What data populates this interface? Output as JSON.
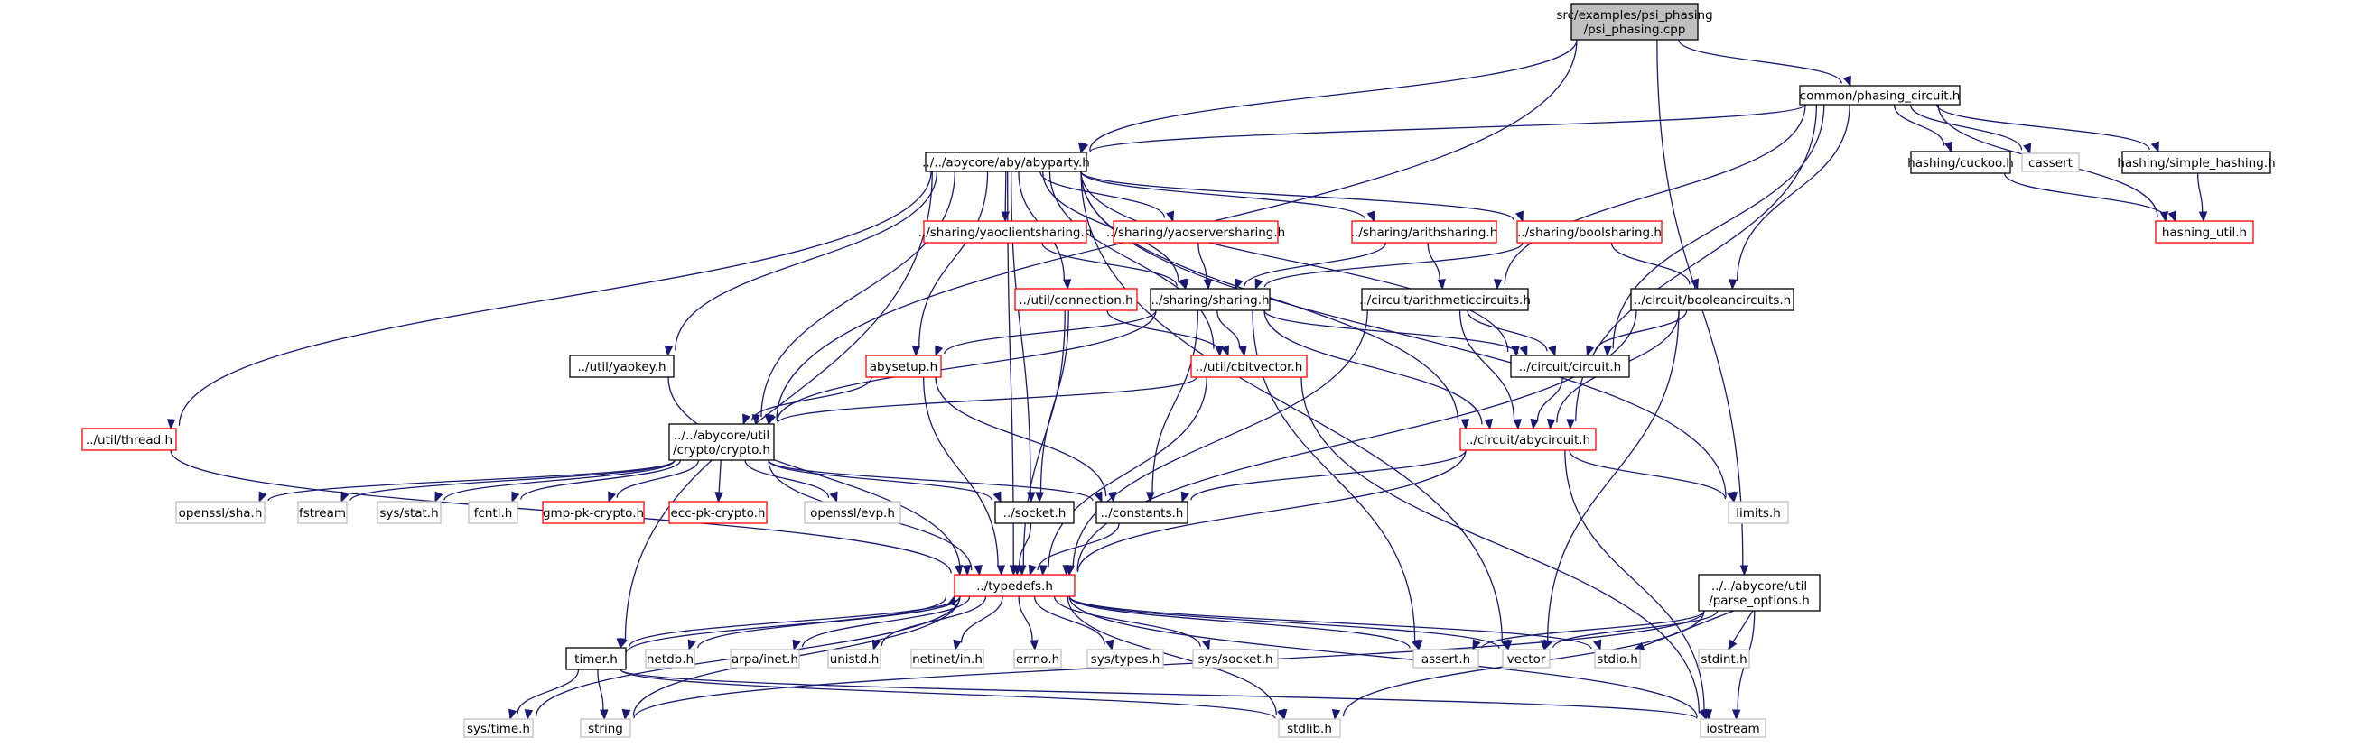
{
  "diagram": {
    "title": "src/examples/psi_phasing/psi_phasing.cpp",
    "legend_colors": {
      "root_fill": "#bfbfbf",
      "documented_border": "#000000",
      "incomplete_border": "#ff0000",
      "system_border": "#bfbfbf",
      "edge": "#191970"
    },
    "nodes": [
      {
        "id": "psi",
        "kind": "root",
        "lines": [
          "src/examples/psi_phasing",
          "/psi_phasing.cpp"
        ]
      },
      {
        "id": "phasing",
        "kind": "doc",
        "lines": [
          "common/phasing_circuit.h"
        ]
      },
      {
        "id": "abyparty",
        "kind": "doc",
        "lines": [
          "../../abycore/aby/abyparty.h"
        ]
      },
      {
        "id": "cuckoo",
        "kind": "doc",
        "lines": [
          "hashing/cuckoo.h"
        ]
      },
      {
        "id": "cassert",
        "kind": "sys",
        "lines": [
          "cassert"
        ]
      },
      {
        "id": "simplehash",
        "kind": "doc",
        "lines": [
          "hashing/simple_hashing.h"
        ]
      },
      {
        "id": "hashutil",
        "kind": "undoc",
        "lines": [
          "hashing_util.h"
        ]
      },
      {
        "id": "yaoclient",
        "kind": "undoc",
        "lines": [
          "../sharing/yaoclientsharing.h"
        ]
      },
      {
        "id": "yaoserver",
        "kind": "undoc",
        "lines": [
          "../sharing/yaoserversharing.h"
        ]
      },
      {
        "id": "arithshare",
        "kind": "undoc",
        "lines": [
          "../sharing/arithsharing.h"
        ]
      },
      {
        "id": "boolshare",
        "kind": "undoc",
        "lines": [
          "../sharing/boolsharing.h"
        ]
      },
      {
        "id": "connection",
        "kind": "undoc",
        "lines": [
          "../util/connection.h"
        ]
      },
      {
        "id": "sharing",
        "kind": "doc",
        "lines": [
          "../sharing/sharing.h"
        ]
      },
      {
        "id": "arithcirc",
        "kind": "doc",
        "lines": [
          "../circuit/arithmeticcircuits.h"
        ]
      },
      {
        "id": "boolcirc",
        "kind": "doc",
        "lines": [
          "../circuit/booleancircuits.h"
        ]
      },
      {
        "id": "yaokey",
        "kind": "doc",
        "lines": [
          "../util/yaokey.h"
        ]
      },
      {
        "id": "abysetup",
        "kind": "undoc",
        "lines": [
          "abysetup.h"
        ]
      },
      {
        "id": "cbitvector",
        "kind": "undoc",
        "lines": [
          "../util/cbitvector.h"
        ]
      },
      {
        "id": "circuit",
        "kind": "doc",
        "lines": [
          "../circuit/circuit.h"
        ]
      },
      {
        "id": "thread",
        "kind": "undoc",
        "lines": [
          "../util/thread.h"
        ]
      },
      {
        "id": "crypto",
        "kind": "doc",
        "lines": [
          "../../abycore/util",
          "/crypto/crypto.h"
        ]
      },
      {
        "id": "abycircuit",
        "kind": "undoc",
        "lines": [
          "../circuit/abycircuit.h"
        ]
      },
      {
        "id": "sha",
        "kind": "sys",
        "lines": [
          "openssl/sha.h"
        ]
      },
      {
        "id": "fstream",
        "kind": "sys",
        "lines": [
          "fstream"
        ]
      },
      {
        "id": "sysstat",
        "kind": "sys",
        "lines": [
          "sys/stat.h"
        ]
      },
      {
        "id": "fcntl",
        "kind": "sys",
        "lines": [
          "fcntl.h"
        ]
      },
      {
        "id": "gmp",
        "kind": "undoc",
        "lines": [
          "gmp-pk-crypto.h"
        ]
      },
      {
        "id": "ecc",
        "kind": "undoc",
        "lines": [
          "ecc-pk-crypto.h"
        ]
      },
      {
        "id": "evp",
        "kind": "sys",
        "lines": [
          "openssl/evp.h"
        ]
      },
      {
        "id": "socket",
        "kind": "doc",
        "lines": [
          "../socket.h"
        ]
      },
      {
        "id": "constants",
        "kind": "doc",
        "lines": [
          "../constants.h"
        ]
      },
      {
        "id": "limits",
        "kind": "sys",
        "lines": [
          "limits.h"
        ]
      },
      {
        "id": "typedefs",
        "kind": "undoc",
        "lines": [
          "../typedefs.h"
        ]
      },
      {
        "id": "parseopt",
        "kind": "doc",
        "lines": [
          "../../abycore/util",
          "/parse_options.h"
        ]
      },
      {
        "id": "timer",
        "kind": "doc",
        "lines": [
          "timer.h"
        ]
      },
      {
        "id": "netdb",
        "kind": "sys",
        "lines": [
          "netdb.h"
        ]
      },
      {
        "id": "arpainet",
        "kind": "sys",
        "lines": [
          "arpa/inet.h"
        ]
      },
      {
        "id": "unistd",
        "kind": "sys",
        "lines": [
          "unistd.h"
        ]
      },
      {
        "id": "netinet",
        "kind": "sys",
        "lines": [
          "netinet/in.h"
        ]
      },
      {
        "id": "errno",
        "kind": "sys",
        "lines": [
          "errno.h"
        ]
      },
      {
        "id": "systypes",
        "kind": "sys",
        "lines": [
          "sys/types.h"
        ]
      },
      {
        "id": "syssocket",
        "kind": "sys",
        "lines": [
          "sys/socket.h"
        ]
      },
      {
        "id": "asserth",
        "kind": "sys",
        "lines": [
          "assert.h"
        ]
      },
      {
        "id": "vector",
        "kind": "sys",
        "lines": [
          "vector"
        ]
      },
      {
        "id": "stdio",
        "kind": "sys",
        "lines": [
          "stdio.h"
        ]
      },
      {
        "id": "stdint",
        "kind": "sys",
        "lines": [
          "stdint.h"
        ]
      },
      {
        "id": "systime",
        "kind": "sys",
        "lines": [
          "sys/time.h"
        ]
      },
      {
        "id": "string",
        "kind": "sys",
        "lines": [
          "string"
        ]
      },
      {
        "id": "stdlib",
        "kind": "sys",
        "lines": [
          "stdlib.h"
        ]
      },
      {
        "id": "iostream",
        "kind": "sys",
        "lines": [
          "iostream"
        ]
      }
    ],
    "edges": [
      [
        "psi",
        "abyparty"
      ],
      [
        "psi",
        "phasing"
      ],
      [
        "psi",
        "crypto"
      ],
      [
        "psi",
        "parseopt"
      ],
      [
        "phasing",
        "abyparty"
      ],
      [
        "phasing",
        "cuckoo"
      ],
      [
        "phasing",
        "cassert"
      ],
      [
        "phasing",
        "simplehash"
      ],
      [
        "phasing",
        "hashutil"
      ],
      [
        "phasing",
        "arithcirc"
      ],
      [
        "phasing",
        "boolcirc"
      ],
      [
        "phasing",
        "circuit"
      ],
      [
        "phasing",
        "abycircuit"
      ],
      [
        "cuckoo",
        "hashutil"
      ],
      [
        "simplehash",
        "hashutil"
      ],
      [
        "abyparty",
        "yaoclient"
      ],
      [
        "abyparty",
        "yaoserver"
      ],
      [
        "abyparty",
        "arithshare"
      ],
      [
        "abyparty",
        "boolshare"
      ],
      [
        "abyparty",
        "connection"
      ],
      [
        "abyparty",
        "sharing"
      ],
      [
        "abyparty",
        "yaokey"
      ],
      [
        "abyparty",
        "abysetup"
      ],
      [
        "abyparty",
        "cbitvector"
      ],
      [
        "abyparty",
        "thread"
      ],
      [
        "abyparty",
        "crypto"
      ],
      [
        "abyparty",
        "socket"
      ],
      [
        "abyparty",
        "typedefs"
      ],
      [
        "abyparty",
        "timer"
      ],
      [
        "abyparty",
        "vector"
      ],
      [
        "abyparty",
        "limits"
      ],
      [
        "abyparty",
        "circuit"
      ],
      [
        "abyparty",
        "abycircuit"
      ],
      [
        "yaoclient",
        "sharing"
      ],
      [
        "yaoserver",
        "sharing"
      ],
      [
        "arithshare",
        "sharing"
      ],
      [
        "arithshare",
        "arithcirc"
      ],
      [
        "boolshare",
        "sharing"
      ],
      [
        "boolshare",
        "boolcirc"
      ],
      [
        "connection",
        "cbitvector"
      ],
      [
        "connection",
        "socket"
      ],
      [
        "connection",
        "typedefs"
      ],
      [
        "sharing",
        "abysetup"
      ],
      [
        "sharing",
        "cbitvector"
      ],
      [
        "sharing",
        "circuit"
      ],
      [
        "sharing",
        "abycircuit"
      ],
      [
        "sharing",
        "crypto"
      ],
      [
        "sharing",
        "constants"
      ],
      [
        "sharing",
        "asserth"
      ],
      [
        "arithcirc",
        "circuit"
      ],
      [
        "arithcirc",
        "abycircuit"
      ],
      [
        "arithcirc",
        "typedefs"
      ],
      [
        "boolcirc",
        "circuit"
      ],
      [
        "boolcirc",
        "abycircuit"
      ],
      [
        "boolcirc",
        "typedefs"
      ],
      [
        "boolcirc",
        "vector"
      ],
      [
        "circuit",
        "abycircuit"
      ],
      [
        "yaokey",
        "typedefs"
      ],
      [
        "abysetup",
        "crypto"
      ],
      [
        "abysetup",
        "constants"
      ],
      [
        "abysetup",
        "typedefs"
      ],
      [
        "cbitvector",
        "crypto"
      ],
      [
        "cbitvector",
        "typedefs"
      ],
      [
        "cbitvector",
        "iostream"
      ],
      [
        "thread",
        "typedefs"
      ],
      [
        "crypto",
        "sha"
      ],
      [
        "crypto",
        "fstream"
      ],
      [
        "crypto",
        "sysstat"
      ],
      [
        "crypto",
        "fcntl"
      ],
      [
        "crypto",
        "gmp"
      ],
      [
        "crypto",
        "ecc"
      ],
      [
        "crypto",
        "evp"
      ],
      [
        "crypto",
        "socket"
      ],
      [
        "crypto",
        "constants"
      ],
      [
        "crypto",
        "typedefs"
      ],
      [
        "abycircuit",
        "constants"
      ],
      [
        "abycircuit",
        "limits"
      ],
      [
        "abycircuit",
        "typedefs"
      ],
      [
        "abycircuit",
        "iostream"
      ],
      [
        "socket",
        "typedefs"
      ],
      [
        "constants",
        "typedefs"
      ],
      [
        "typedefs",
        "timer"
      ],
      [
        "typedefs",
        "netdb"
      ],
      [
        "typedefs",
        "arpainet"
      ],
      [
        "typedefs",
        "unistd"
      ],
      [
        "typedefs",
        "netinet"
      ],
      [
        "typedefs",
        "errno"
      ],
      [
        "typedefs",
        "systypes"
      ],
      [
        "typedefs",
        "syssocket"
      ],
      [
        "typedefs",
        "asserth"
      ],
      [
        "typedefs",
        "vector"
      ],
      [
        "typedefs",
        "stdio"
      ],
      [
        "typedefs",
        "systime"
      ],
      [
        "typedefs",
        "string"
      ],
      [
        "typedefs",
        "stdlib"
      ],
      [
        "typedefs",
        "iostream"
      ],
      [
        "timer",
        "typedefs"
      ],
      [
        "timer",
        "systime"
      ],
      [
        "timer",
        "string"
      ],
      [
        "timer",
        "stdlib"
      ],
      [
        "timer",
        "iostream"
      ],
      [
        "parseopt",
        "asserth"
      ],
      [
        "parseopt",
        "vector"
      ],
      [
        "parseopt",
        "stdio"
      ],
      [
        "parseopt",
        "stdint"
      ],
      [
        "parseopt",
        "string"
      ],
      [
        "parseopt",
        "stdlib"
      ],
      [
        "parseopt",
        "iostream"
      ]
    ]
  }
}
